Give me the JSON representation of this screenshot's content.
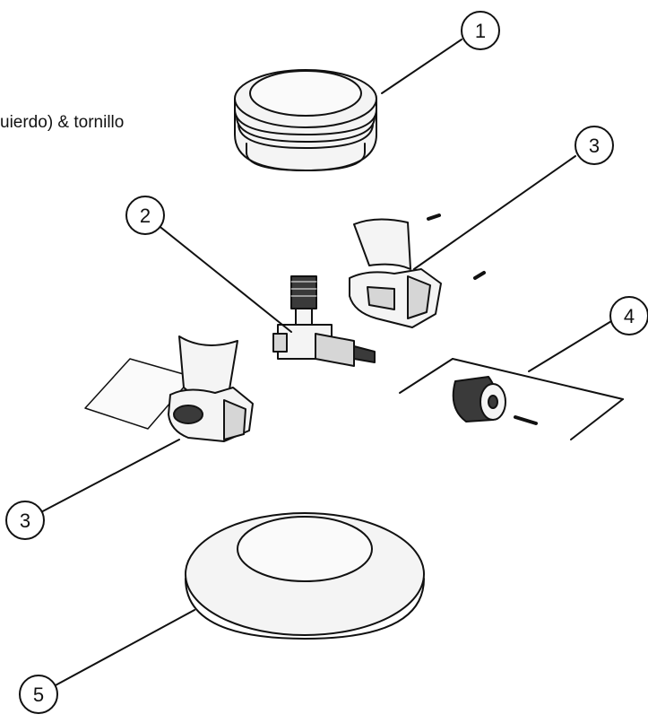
{
  "caption_text": "uierdo) & tornillo",
  "callouts": [
    {
      "id": "c1",
      "label": "1"
    },
    {
      "id": "c2",
      "label": "2"
    },
    {
      "id": "c3a",
      "label": "3"
    },
    {
      "id": "c3b",
      "label": "3"
    },
    {
      "id": "c4",
      "label": "4"
    },
    {
      "id": "c5",
      "label": "5"
    }
  ],
  "colors": {
    "line": "#111111",
    "part_fill": "#f4f4f4",
    "part_shade": "#d6d6d6"
  }
}
